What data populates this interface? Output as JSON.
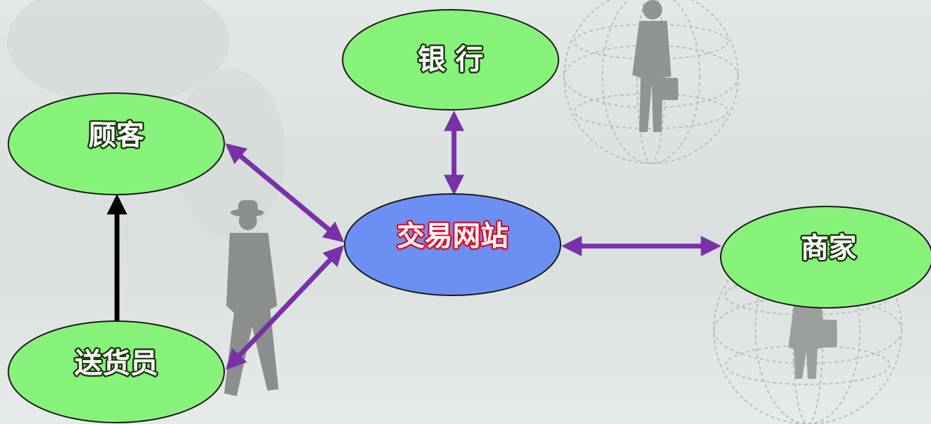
{
  "nodes": {
    "bank": {
      "label": "银 行"
    },
    "customer": {
      "label": "顾客"
    },
    "website": {
      "label": "交易网站"
    },
    "merchant": {
      "label": "商家"
    },
    "courier": {
      "label": "送货员"
    }
  },
  "colors": {
    "node_fill": "#86f27a",
    "center_fill": "#6b8ff2",
    "arrow_purple": "#7a30a8",
    "arrow_black": "#000000",
    "text_stroke_dark": "#1f3a10",
    "text_stroke_red": "#e0102a"
  }
}
